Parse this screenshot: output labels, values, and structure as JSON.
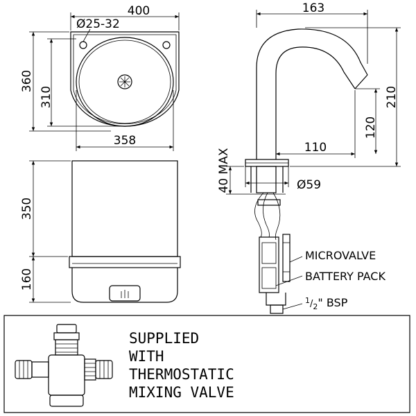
{
  "basin_top": {
    "width": "400",
    "tap_hole": "Ø25-32",
    "outer_depth": "360",
    "inner_depth": "310",
    "inner_width": "358"
  },
  "basin_front": {
    "upper_height": "350",
    "lower_height": "160"
  },
  "tap": {
    "total_height": "163",
    "spout_height": "210",
    "outlet_height": "120",
    "reach": "110",
    "deck_max": "40 MAX",
    "base_diameter": "Ø59"
  },
  "callouts": {
    "microvalve": "MICROVALVE",
    "battery_pack": "BATTERY PACK",
    "bsp_fraction_num": "1",
    "bsp_fraction_den": "2",
    "bsp_rest": "\" BSP"
  },
  "notice": {
    "line1": "SUPPLIED",
    "line2": "WITH",
    "line3": "THERMOSTATIC",
    "line4": "MIXING VALVE"
  }
}
